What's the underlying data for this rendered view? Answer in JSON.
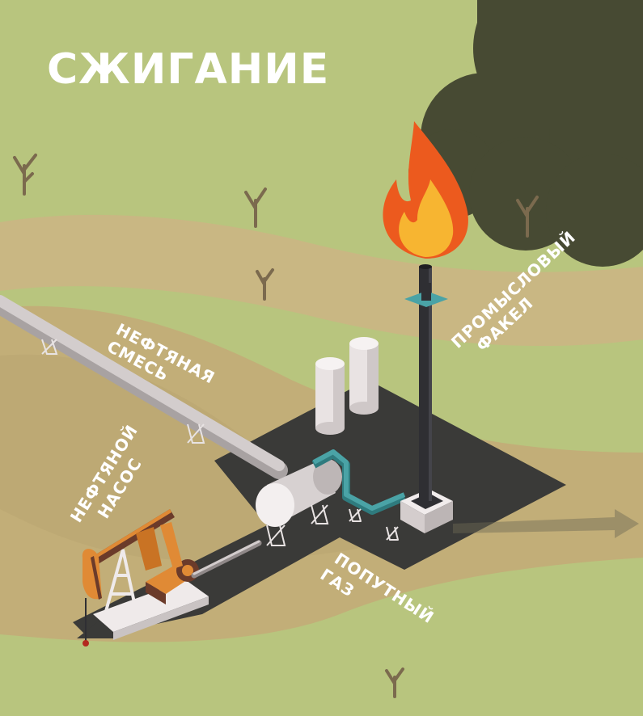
{
  "title": "СЖИГАНИЕ",
  "labels": {
    "flare": [
      "ПРОМЫСЛОВЫЙ",
      "ФАКЕЛ"
    ],
    "oil_mixture": [
      "НЕФТЯНАЯ",
      "СМЕСЬ"
    ],
    "oil_pump": [
      "НЕФТЯНОЙ",
      "НАСОС"
    ],
    "associated_gas": [
      "ПОПУТНЫЙ",
      "ГАЗ"
    ]
  },
  "colors": {
    "grass": "#b8c57e",
    "grass_light": "#c3cd8a",
    "soil_band": "#c9b783",
    "soil_band_dark": "#b9a571",
    "smoke": "#474a33",
    "pad": "#3a3a38",
    "pipe": "#c9c3c3",
    "gas_pipe": "#4aa3a6",
    "flame_outer": "#ec5a1e",
    "flame_inner": "#f7b531",
    "stack": "#2f2f33",
    "pump_orange": "#e08a35",
    "pump_brown": "#6b3b2a",
    "tree": "#7b6a4e"
  }
}
